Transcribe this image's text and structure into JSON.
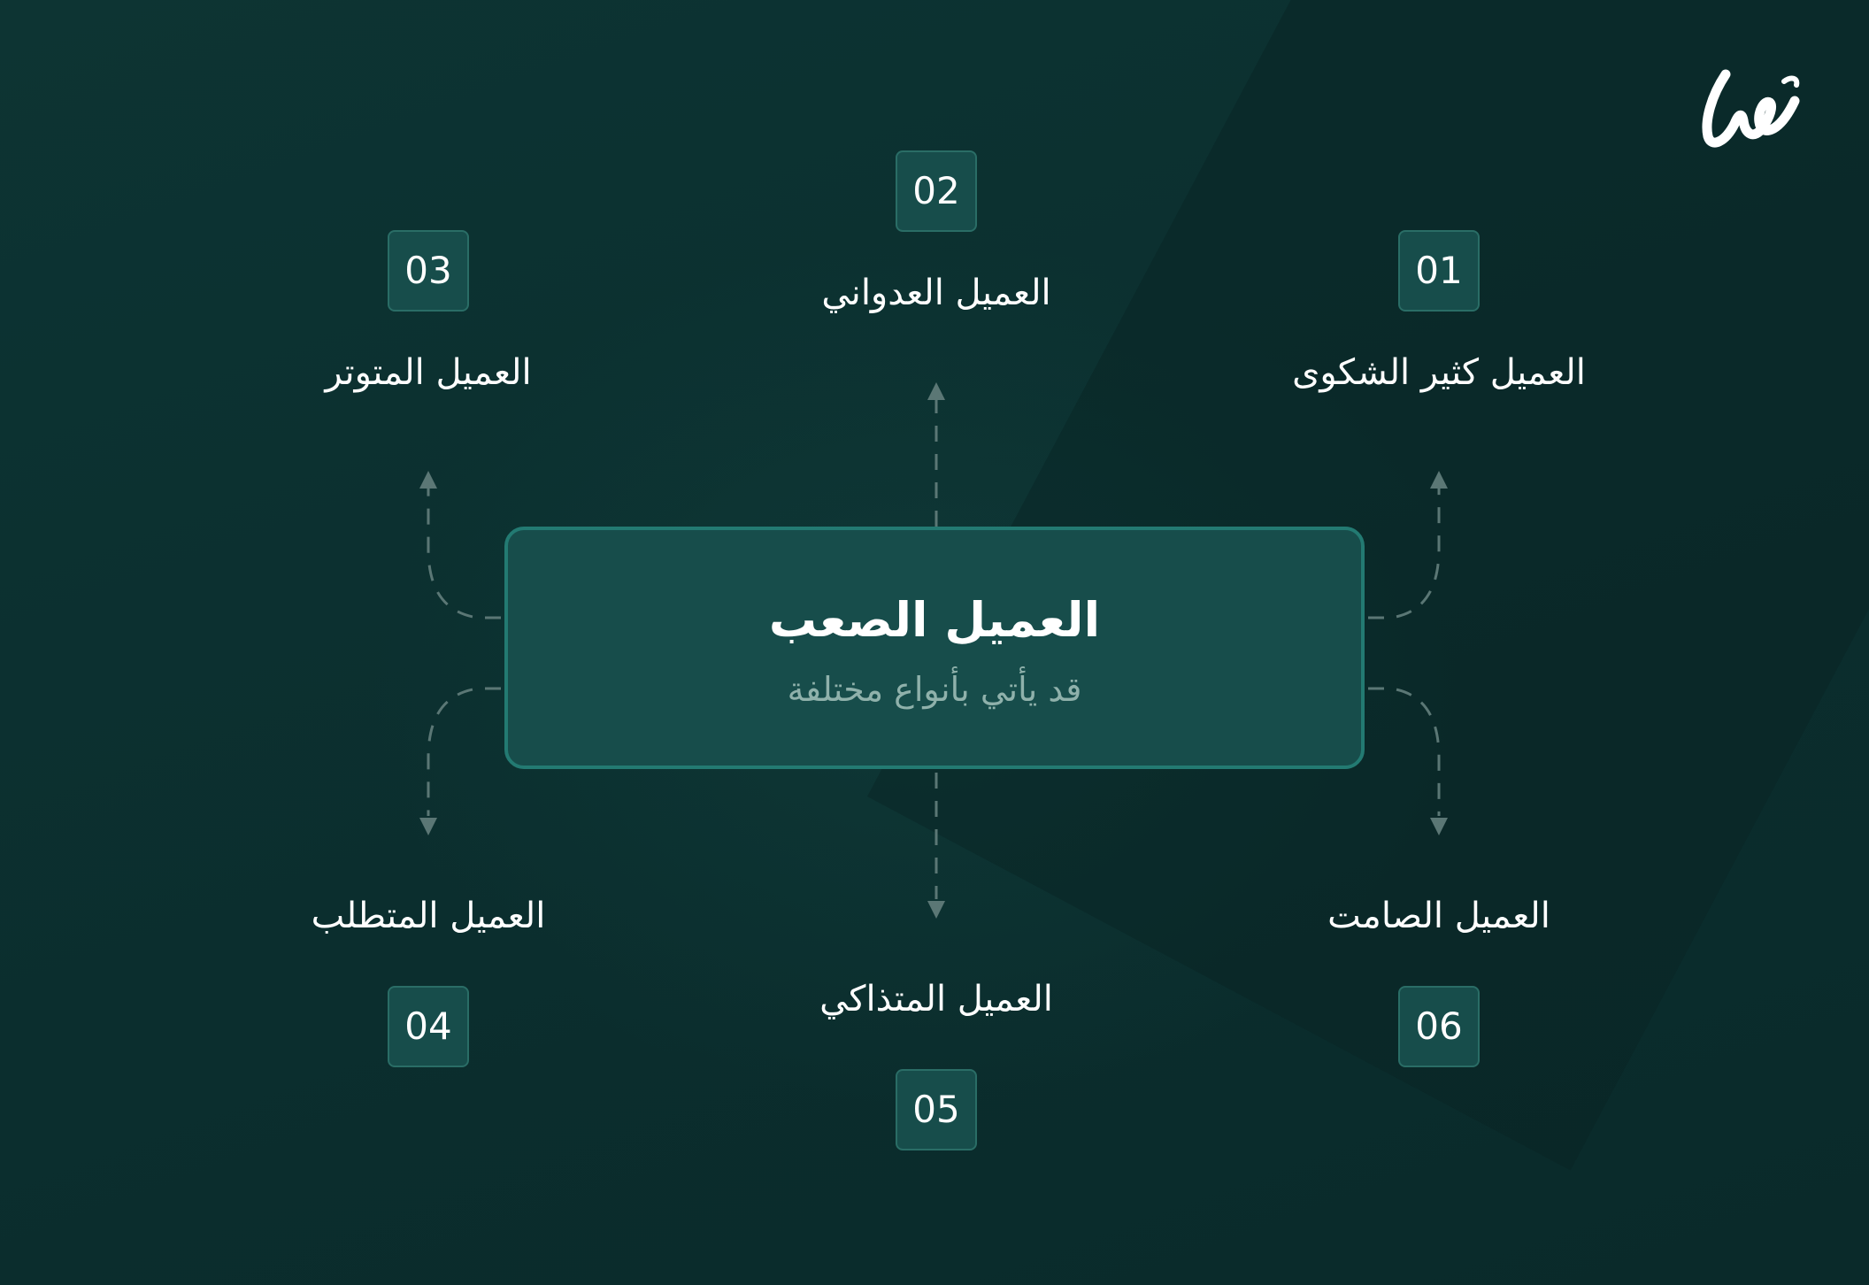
{
  "center": {
    "title": "العميل الصعب",
    "subtitle": "قد يأتي بأنواع مختلفة"
  },
  "types": [
    {
      "number": "01",
      "label": "العميل كثير الشكوى"
    },
    {
      "number": "02",
      "label": "العميل العدواني"
    },
    {
      "number": "03",
      "label": "العميل المتوتر"
    },
    {
      "number": "04",
      "label": "العميل المتطلب"
    },
    {
      "number": "05",
      "label": "العميل المتذاكي"
    },
    {
      "number": "06",
      "label": "العميل الصامت"
    }
  ],
  "colors": {
    "background": "#0b2d2d",
    "card_fill": "#174d4b",
    "card_border": "#237a72",
    "connector": "#5b7775",
    "text": "#ffffff",
    "subtitle_text": "#8fb1ab"
  },
  "icons": {
    "logo": "brand-logo",
    "arrow": "arrowhead-icon"
  }
}
